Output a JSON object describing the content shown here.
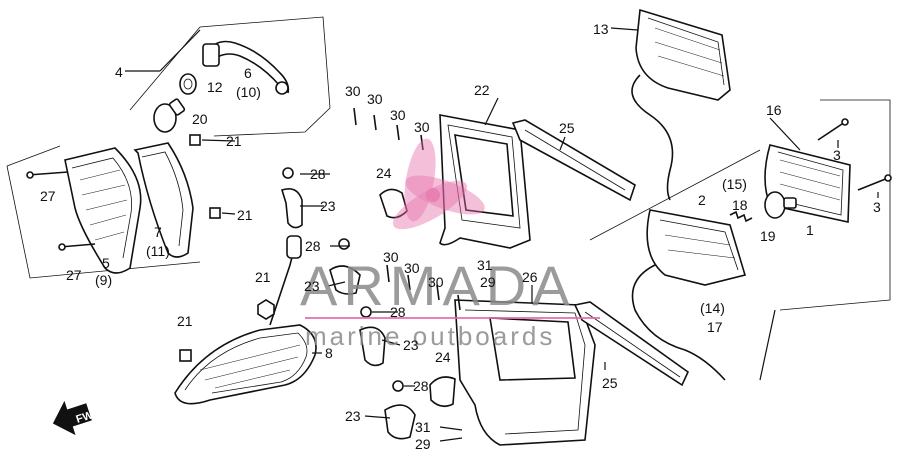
{
  "callouts": {
    "c1": "1",
    "c2": "2",
    "c3a": "3",
    "c3b": "3",
    "c4": "4",
    "c5": "5",
    "c9": "(9)",
    "c6": "6",
    "c10": "(10)",
    "c7": "7",
    "c11": "(11)",
    "c8": "8",
    "c12": "12",
    "c13": "13",
    "c14": "(14)",
    "c15": "(15)",
    "c16": "16",
    "c17": "17",
    "c18": "18",
    "c19": "19",
    "c20": "20",
    "c21a": "21",
    "c21b": "21",
    "c21c": "21",
    "c21d": "21",
    "c22": "22",
    "c23a": "23",
    "c23b": "23",
    "c23c": "23",
    "c23d": "23",
    "c24a": "24",
    "c24b": "24",
    "c25a": "25",
    "c25b": "25",
    "c26": "26",
    "c27a": "27",
    "c27b": "27",
    "c28a": "28",
    "c28b": "28",
    "c28c": "28",
    "c28d": "28",
    "c29a": "29",
    "c29b": "29",
    "c30a": "30",
    "c30b": "30",
    "c30c": "30",
    "c30d": "30",
    "c30e": "30",
    "c30f": "30",
    "c30g": "30",
    "c31a": "31",
    "c31b": "31"
  },
  "fwd_label": "FWD",
  "watermark": {
    "brand": "ARMADA",
    "tagline": "marine outboards",
    "colors": {
      "brand": "#8a8a8a",
      "accent": "#e56aa6"
    }
  }
}
